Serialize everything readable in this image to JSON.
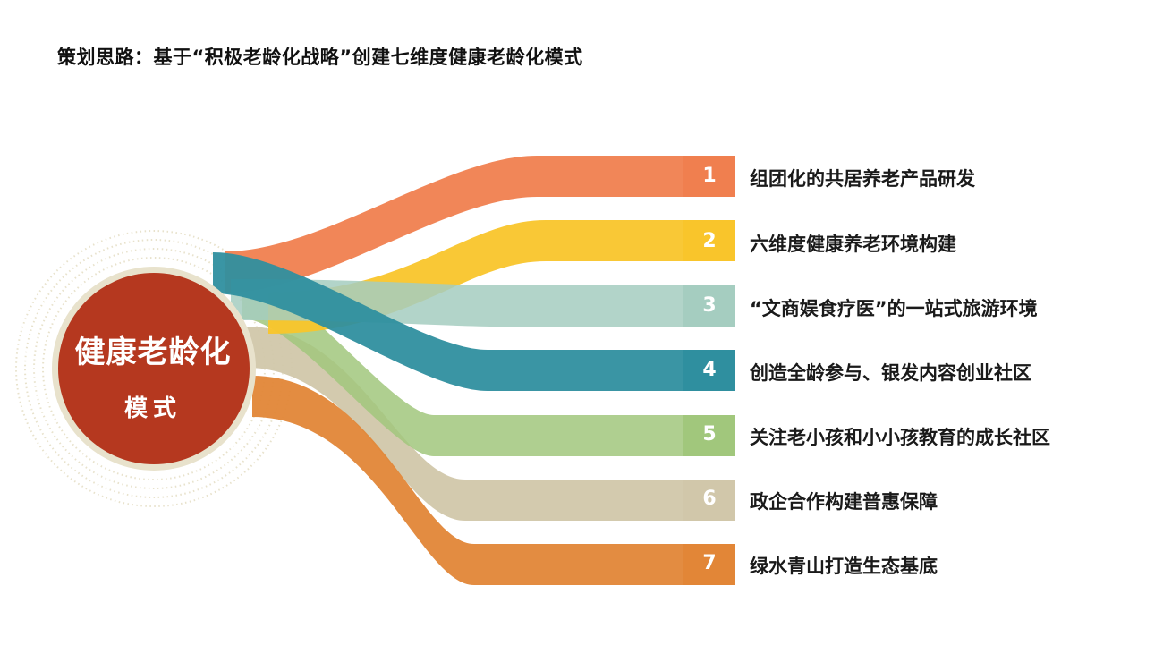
{
  "page": {
    "title": "策划思路：基于“积极老龄化战略”创建七维度健康老龄化模式"
  },
  "center": {
    "title": "健康老龄化",
    "subtitle": "模式",
    "fill_color": "#b5381f",
    "ring_color": "#e8e2cc"
  },
  "items": [
    {
      "number": "1",
      "label": "组团化的共居养老产品研发",
      "color": "#f07f4f"
    },
    {
      "number": "2",
      "label": "六维度健康养老环境构建",
      "color": "#f9c52b"
    },
    {
      "number": "3",
      "label": "“文商娱食疗医”的一站式旅游环境",
      "color": "#a5cdc0"
    },
    {
      "number": "4",
      "label": "创造全龄参与、银发内容创业社区",
      "color": "#2f8f9f"
    },
    {
      "number": "5",
      "label": "关注老小孩和小小孩教育的成长社区",
      "color": "#a1c77c"
    },
    {
      "number": "6",
      "label": "政企合作构建普惠保障",
      "color": "#d1c7aa"
    },
    {
      "number": "7",
      "label": "绿水青山打造生态基底",
      "color": "#e28637"
    }
  ]
}
